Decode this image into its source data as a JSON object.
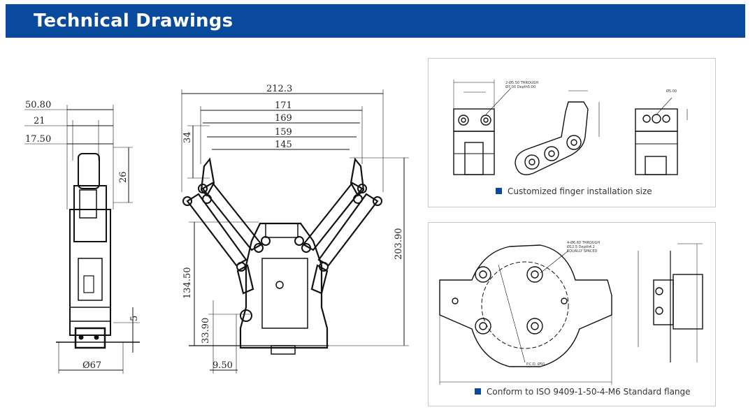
{
  "header": {
    "title": "Technical Drawings"
  },
  "left_view": {
    "dims": {
      "d1": "50.80",
      "d2": "21",
      "d3": "17.50",
      "d4": "26",
      "d5": "5",
      "d6": "Ø67"
    }
  },
  "front_view": {
    "dims": {
      "w1": "212.3",
      "w2": "171",
      "w3": "169",
      "w4": "159",
      "w5": "145",
      "h1": "34",
      "h2": "134.50",
      "h3": "203.90",
      "h4": "33.90",
      "w6": "9.50"
    }
  },
  "finger_panel": {
    "caption": "Customized finger installation size",
    "notes": {
      "n1": "2-Ø5.50 THROUGH",
      "n2": "Ø7.00 Depth5.00",
      "n3": "Ø5.00"
    }
  },
  "flange_panel": {
    "caption": "Conform to ISO 9409-1-50-4-M6 Standard flange",
    "notes": {
      "n1": "4-Ø6.60 THROUGH",
      "n2": "Ø12.5 Depth4.2",
      "n3": "EQUALLY SPACED",
      "n4": "P.C.D. Ø50"
    }
  }
}
